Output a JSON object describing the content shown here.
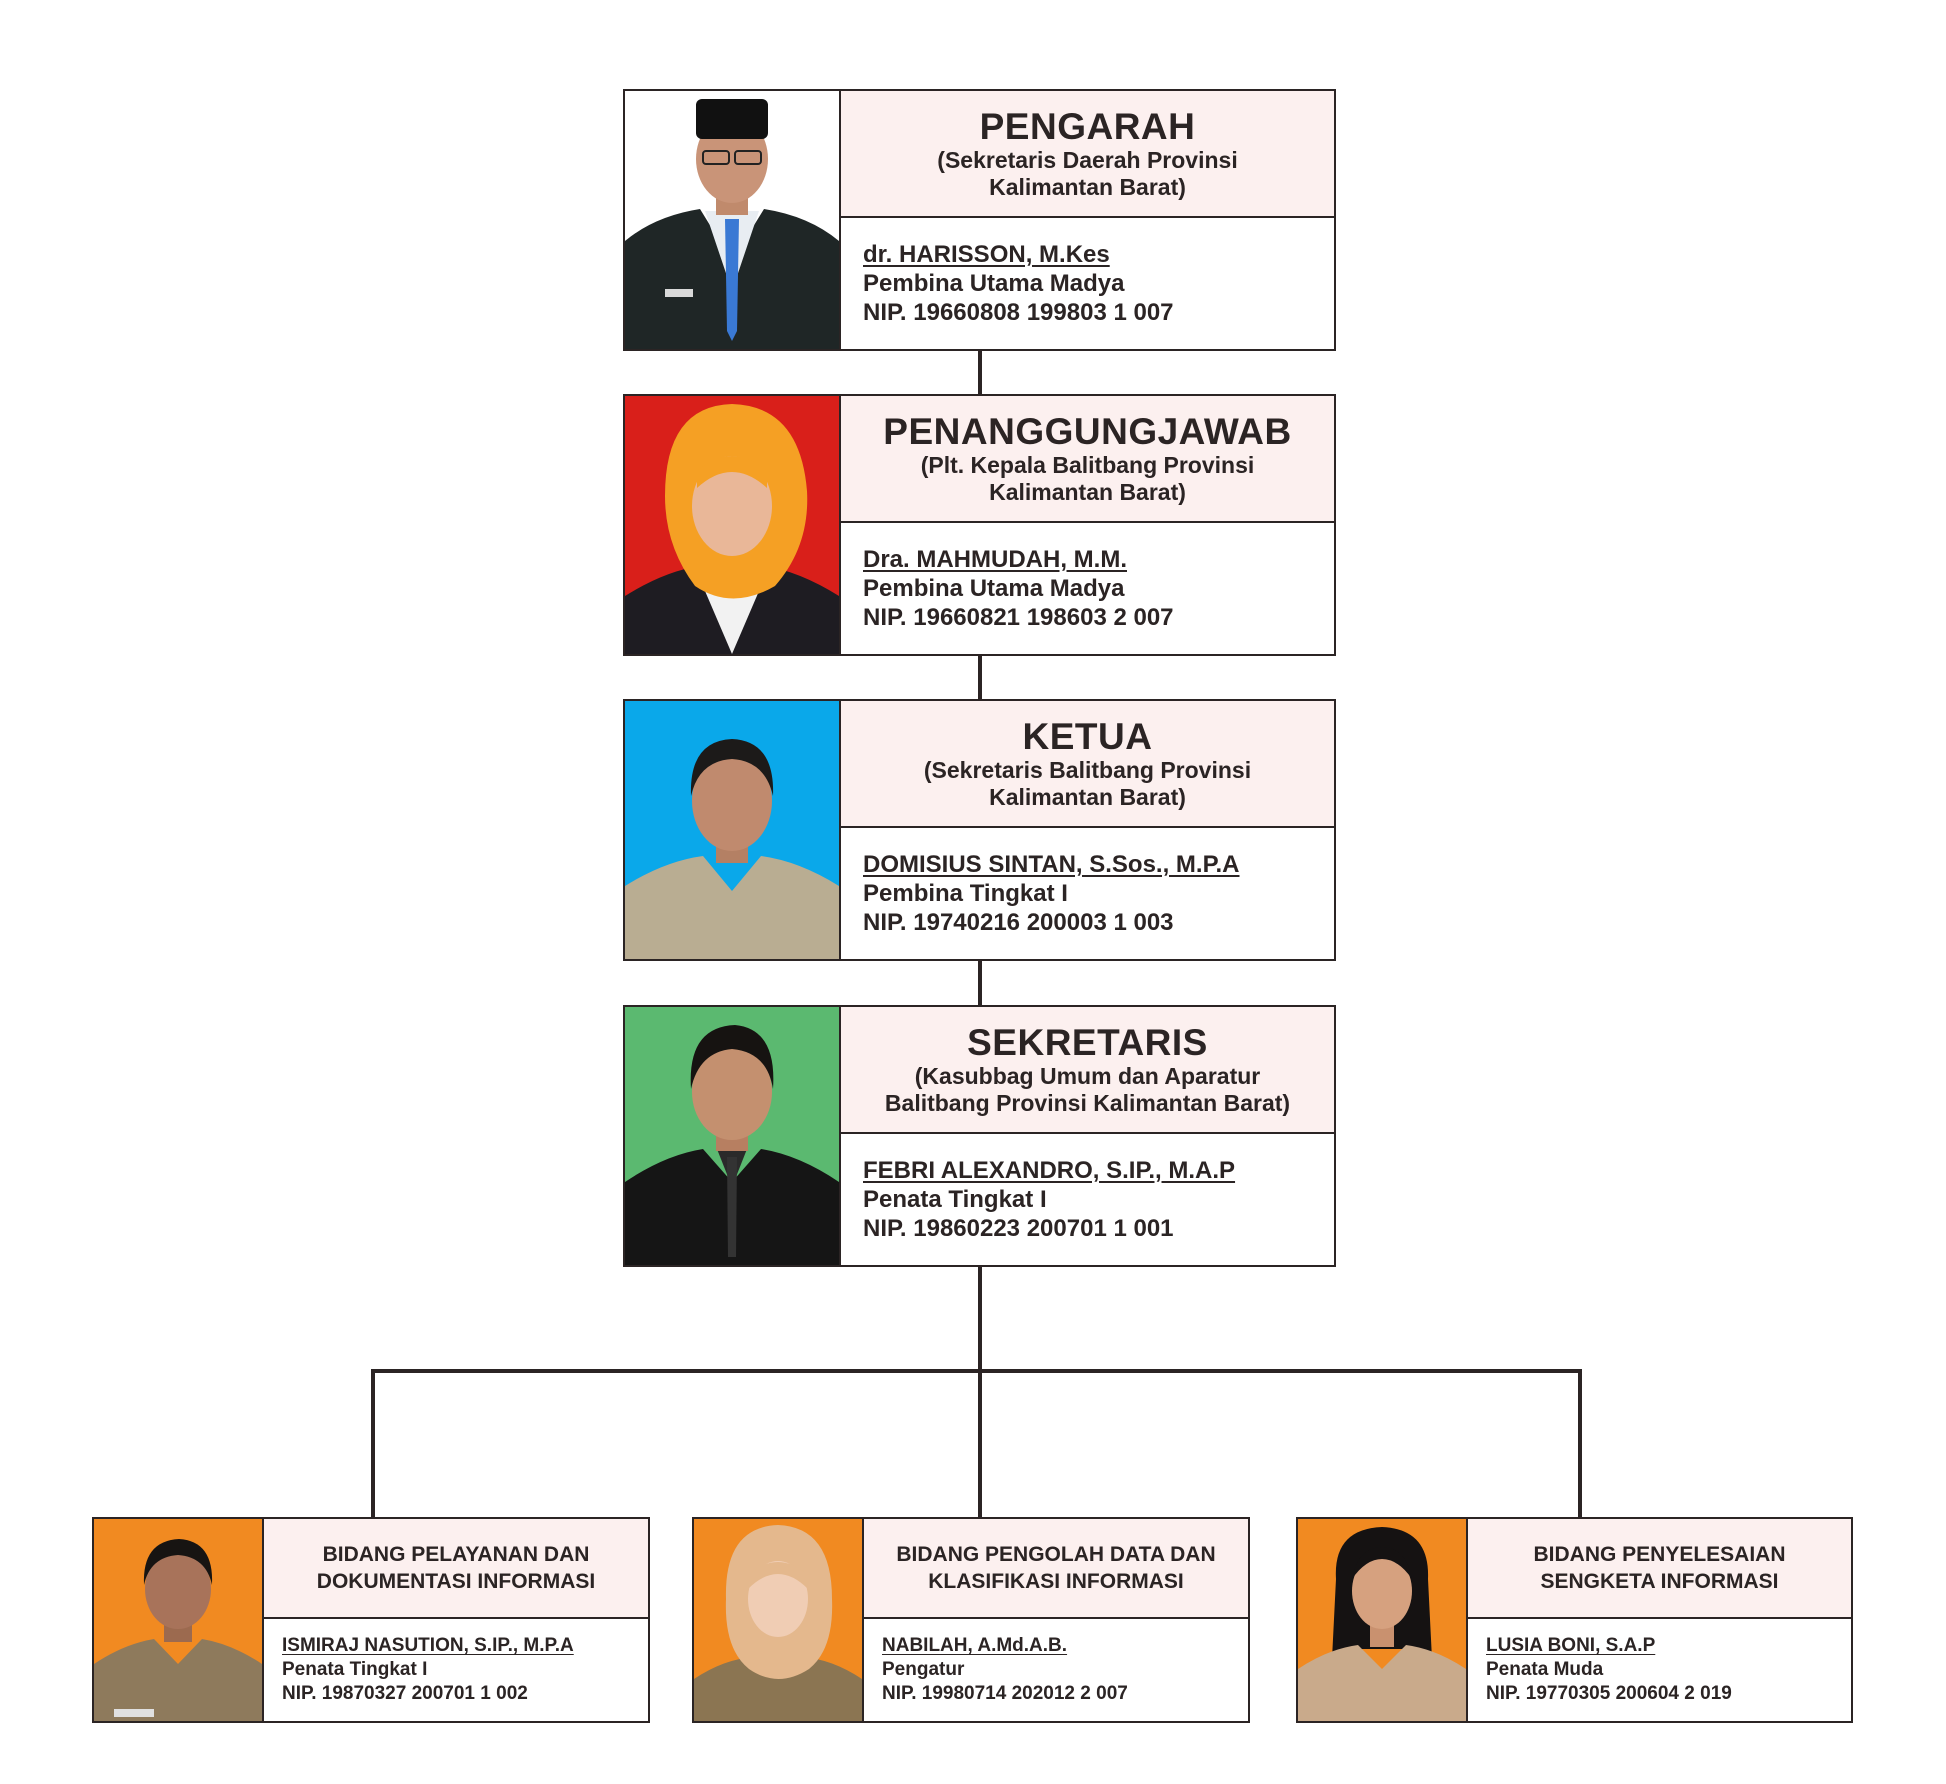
{
  "pengarah": {
    "title": "PENGARAH",
    "subtitle_1": "(Sekretaris Daerah Provinsi",
    "subtitle_2": "Kalimantan Barat)",
    "name": "dr. HARISSON, M.Kes",
    "rank": "Pembina Utama Madya",
    "nip": "NIP. 19660808 199803 1 007",
    "photo_bg": "#ffffff"
  },
  "penanggungjawab": {
    "title": "PENANGGUNGJAWAB",
    "subtitle_1": "(Plt. Kepala Balitbang Provinsi",
    "subtitle_2": "Kalimantan Barat)",
    "name": "Dra. MAHMUDAH, M.M.",
    "rank": "Pembina Utama Madya",
    "nip": "NIP. 19660821 198603 2 007",
    "photo_bg": "#d91f1a"
  },
  "ketua": {
    "title": "KETUA",
    "subtitle_1": "(Sekretaris Balitbang Provinsi",
    "subtitle_2": "Kalimantan Barat)",
    "name": "DOMISIUS SINTAN, S.Sos., M.P.A",
    "rank": "Pembina Tingkat I",
    "nip": "NIP. 19740216 200003 1 003",
    "photo_bg": "#0aa8ea"
  },
  "sekretaris": {
    "title": "SEKRETARIS",
    "subtitle_1": "(Kasubbag Umum dan Aparatur",
    "subtitle_2": "Balitbang Provinsi Kalimantan Barat)",
    "name": "FEBRI ALEXANDRO, S.IP., M.A.P",
    "rank": "Penata Tingkat I",
    "nip": "NIP. 19860223 200701 1 001",
    "photo_bg": "#5bb970"
  },
  "bidang": [
    {
      "unit_1": "BIDANG PELAYANAN DAN",
      "unit_2": "DOKUMENTASI INFORMASI",
      "name": "ISMIRAJ NASUTION, S.IP., M.P.A",
      "rank": "Penata Tingkat I",
      "nip": "NIP. 19870327 200701 1 002",
      "photo_bg": "#f18a21"
    },
    {
      "unit_1": "BIDANG PENGOLAH DATA DAN",
      "unit_2": "KLASIFIKASI INFORMASI",
      "name": "NABILAH, A.Md.A.B.",
      "rank": "Pengatur",
      "nip": "NIP. 19980714 202012 2 007",
      "photo_bg": "#f18a21"
    },
    {
      "unit_1": "BIDANG PENYELESAIAN",
      "unit_2": "SENGKETA INFORMASI",
      "name": "LUSIA BONI, S.A.P",
      "rank": "Penata Muda",
      "nip": "NIP. 19770305 200604 2 019",
      "photo_bg": "#f18a21"
    }
  ]
}
